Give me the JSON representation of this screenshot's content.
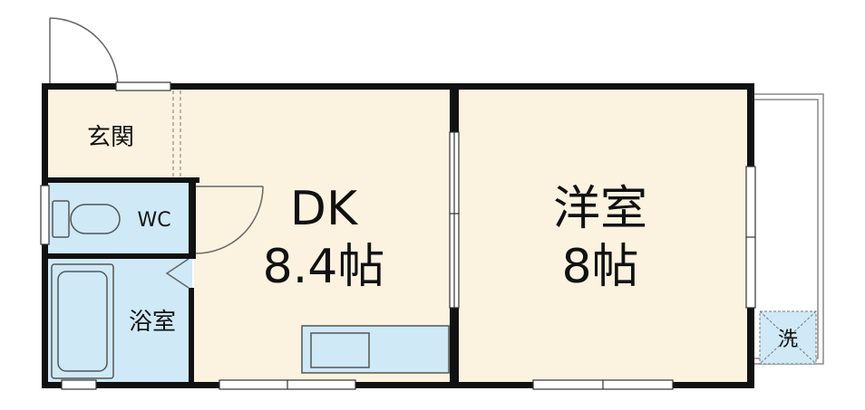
{
  "rooms": {
    "entrance": "玄関",
    "wc": "WC",
    "bath": "浴室",
    "dk_name": "DK",
    "dk_size": "8.4帖",
    "western_name": "洋室",
    "western_size": "8帖",
    "washer": "洗"
  },
  "colors": {
    "room_fill": "#fbf3df",
    "wet_fill": "#cfe9f7",
    "wall": "#111111",
    "line": "#666666"
  }
}
